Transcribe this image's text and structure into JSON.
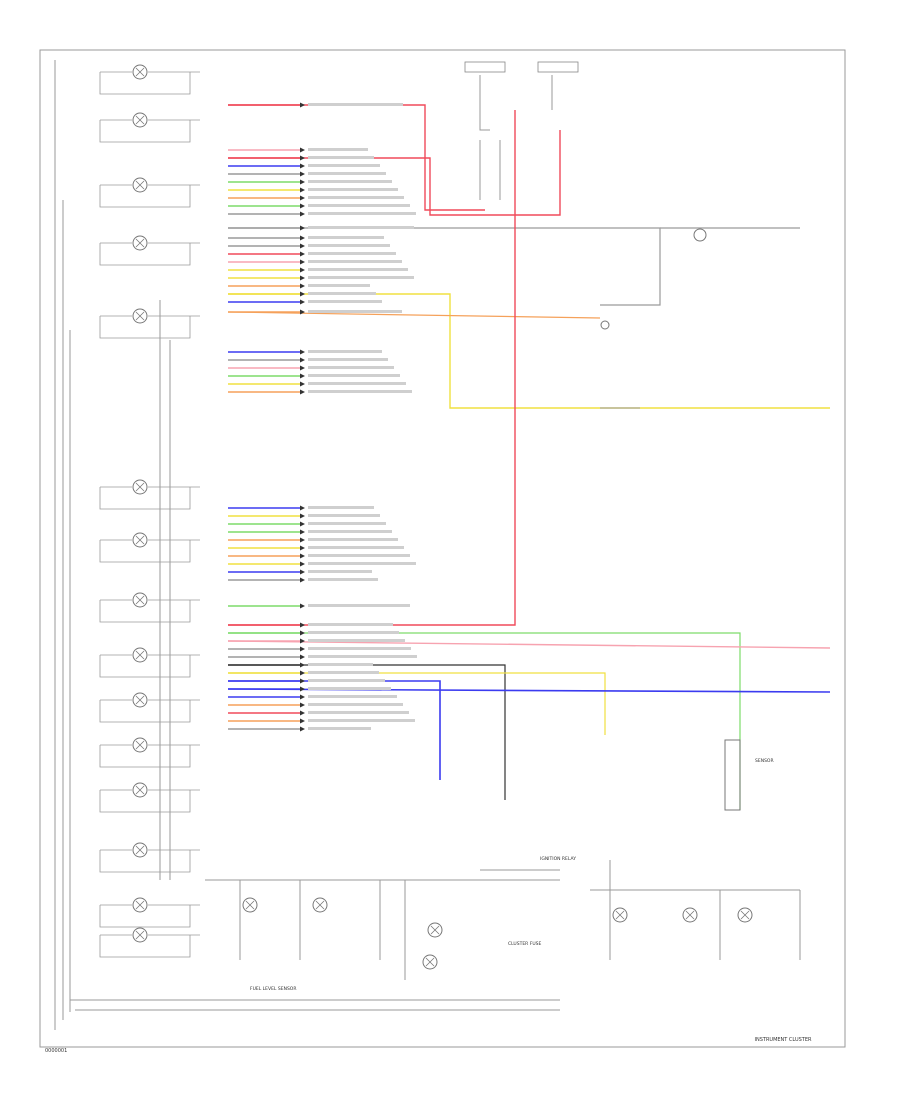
{
  "footer": {
    "title": "INSTRUMENT CLUSTER",
    "page_id": "0000001"
  },
  "labels": {
    "left_text": "FUEL LEVEL SENSOR",
    "right_text": "CLUSTER FUSE",
    "relay": "IGNITION RELAY",
    "sensor": "SENSOR"
  },
  "wire_colors": {
    "red": "#f04a5a",
    "pink": "#f7a3b0",
    "orange": "#f5a15a",
    "yellow": "#f0e040",
    "green": "#7ddc6a",
    "blue": "#3b3bf0",
    "gray": "#9a9a9a",
    "black": "#333333"
  }
}
